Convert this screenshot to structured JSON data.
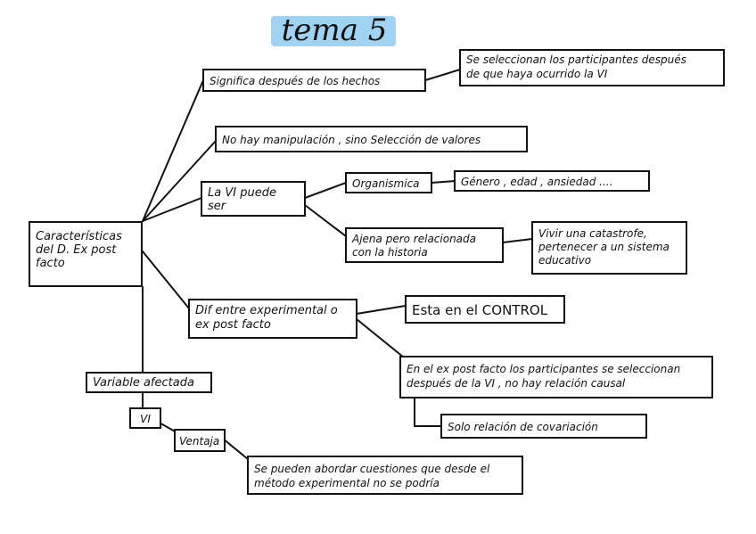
{
  "title": "tema 5",
  "nodes": {
    "root": "Características\ndel D. Ex post\nfacto",
    "significa": "Significa después de los hechos",
    "significa_detalle": "Se seleccionan los participantes después\nde que haya ocurrido la VI",
    "no_manipulacion": "No hay manipulación , sino Selección de valores",
    "vi_puede_ser": "La VI puede\nser",
    "organismica": "Organismica",
    "organismica_ejemplos": "Género , edad , ansiedad ....",
    "ajena": "Ajena pero relacionada\ncon la historia",
    "ajena_ejemplos": "Vivir una catastrofe,\npertenecer a un sistema\neducativo",
    "dif_entre": "Dif entre experimental o\nex post facto",
    "control": "Esta en el CONTROL",
    "seleccion_despues": "En el ex post facto los participantes se seleccionan\ndespués de la VI , no hay relación causal",
    "covariacion": "Solo relación de covariación",
    "variable_afectada": "Variable afectada",
    "vi": "VI",
    "ventaja": "Ventaja",
    "ventaja_detalle": "Se pueden abordar cuestiones que desde el\nmétodo experimental no se podría"
  },
  "colors": {
    "ink": "#111111",
    "title_highlight": "#9fd3f1",
    "background": "#ffffff"
  }
}
